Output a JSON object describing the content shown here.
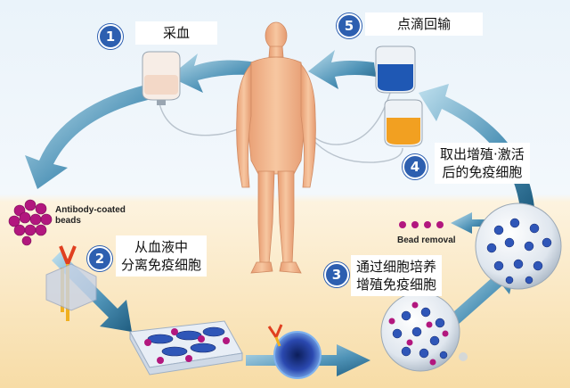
{
  "steps": [
    {
      "number": "1",
      "label": "采血"
    },
    {
      "number": "2",
      "label_lines": [
        "从血液中",
        "分离免疫细胞"
      ]
    },
    {
      "number": "3",
      "label_lines": [
        "通过细胞培养",
        "增殖免疫细胞"
      ]
    },
    {
      "number": "4",
      "label_lines": [
        "取出增殖·激活",
        "后的免疫细胞"
      ]
    },
    {
      "number": "5",
      "label": "点滴回输"
    }
  ],
  "annotations": {
    "beads_line1": "Antibody-coated",
    "beads_line2": "beads",
    "bead_removal": "Bead removal"
  },
  "icons": [
    "blood-bag-empty",
    "blood-bag-blue",
    "blood-bag-orange",
    "human-figure",
    "culture-dish",
    "immune-cell",
    "culture-sphere",
    "antibody"
  ],
  "colors": {
    "arrow": "#2a6f92",
    "badge": "#2d5fb0",
    "bead": "#b2177e",
    "cell": "#2f56b8",
    "skin": "#f2b58c"
  }
}
